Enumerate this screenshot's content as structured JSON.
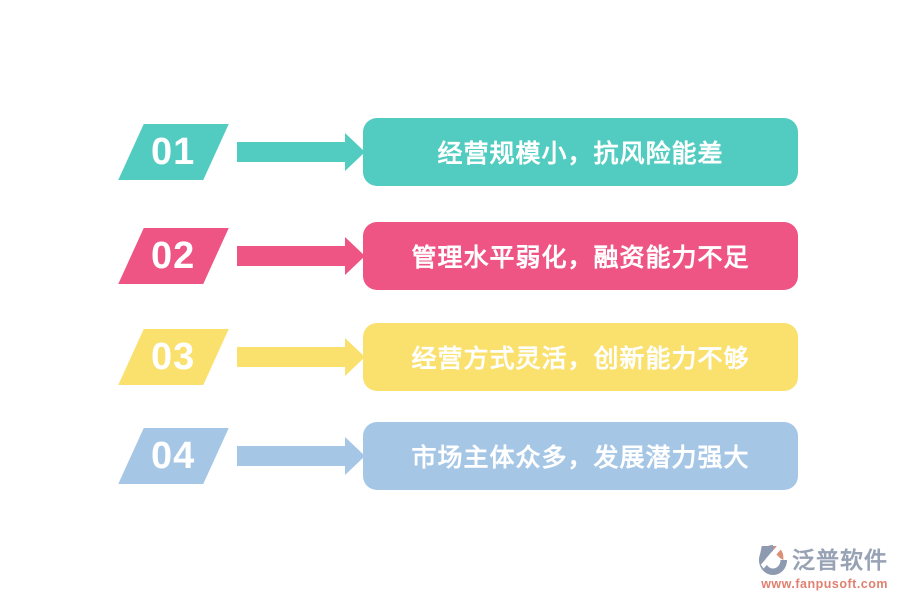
{
  "page": {
    "background": "#ffffff",
    "title": "SME characteristics infographic"
  },
  "items": [
    {
      "number": "01",
      "label": "经营规模小，抗风险能差",
      "color": "#52CCC0"
    },
    {
      "number": "02",
      "label": "管理水平弱化，融资能力不足",
      "color": "#EE5585"
    },
    {
      "number": "03",
      "label": "经营方式灵活，创新能力不够",
      "color": "#FAE06C"
    },
    {
      "number": "04",
      "label": "市场主体众多，发展潜力强大",
      "color": "#A5C6E5"
    }
  ],
  "logo": {
    "name": "泛普软件",
    "url": "www.fanpusoft.com",
    "icon": "fanpu-logo-icon",
    "name_color": "#97A2B4",
    "url_color": "#DF8170",
    "icon_gray": "#8D9AB0",
    "icon_salmon": "#DC8F77"
  }
}
